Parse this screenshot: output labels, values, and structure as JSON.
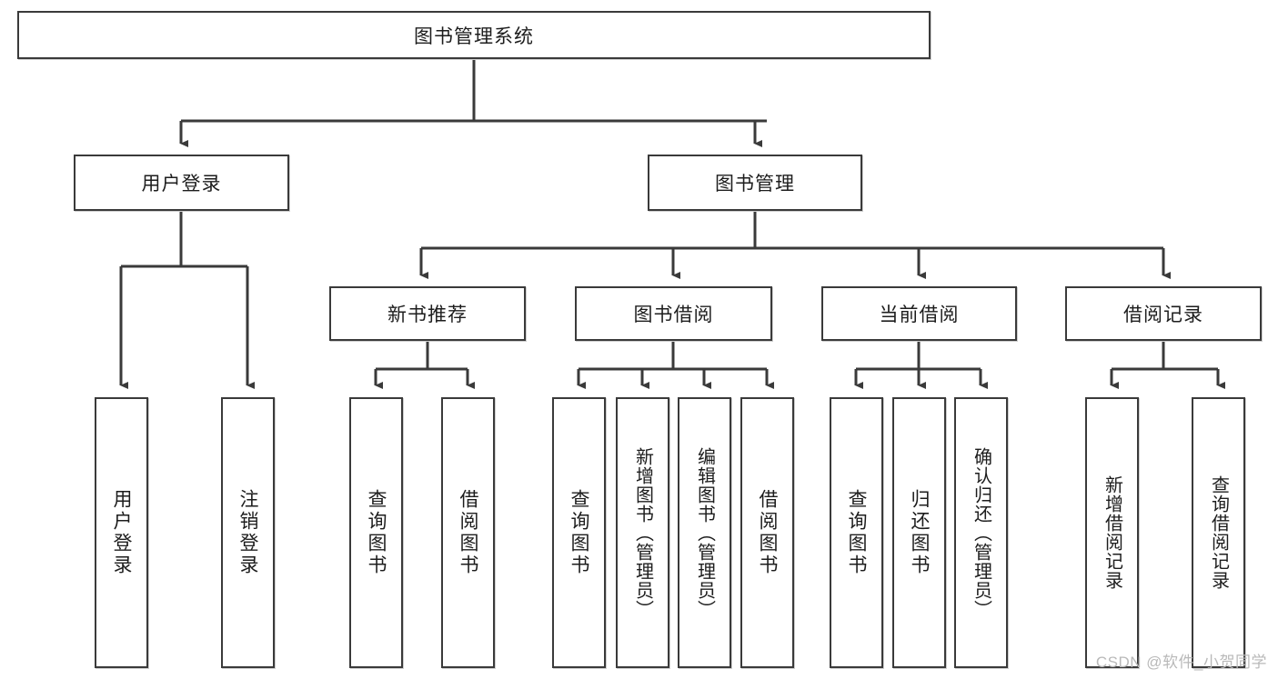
{
  "diagram": {
    "type": "hierarchy-tree",
    "title": "图书管理系统",
    "root": {
      "id": "root",
      "label": "图书管理系统",
      "orientation": "horizontal"
    },
    "level2": [
      {
        "id": "user-login",
        "label": "用户登录",
        "orientation": "horizontal"
      },
      {
        "id": "book-manage",
        "label": "图书管理",
        "orientation": "horizontal"
      }
    ],
    "level3": [
      {
        "id": "new-book-recommend",
        "label": "新书推荐",
        "parent": "book-manage",
        "orientation": "horizontal"
      },
      {
        "id": "book-borrow",
        "label": "图书借阅",
        "parent": "book-manage",
        "orientation": "horizontal"
      },
      {
        "id": "current-borrow",
        "label": "当前借阅",
        "parent": "book-manage",
        "orientation": "horizontal"
      },
      {
        "id": "borrow-record",
        "label": "借阅记录",
        "parent": "book-manage",
        "orientation": "horizontal"
      }
    ],
    "leaves": [
      {
        "id": "leaf-user-login",
        "label": "用户登录",
        "parent": "user-login",
        "orientation": "vertical"
      },
      {
        "id": "leaf-user-logout",
        "label": "注销登录",
        "parent": "user-login",
        "orientation": "vertical"
      },
      {
        "id": "leaf-query-book-1",
        "label": "查询图书",
        "parent": "new-book-recommend",
        "orientation": "vertical"
      },
      {
        "id": "leaf-borrow-book-1",
        "label": "借阅图书",
        "parent": "new-book-recommend",
        "orientation": "vertical"
      },
      {
        "id": "leaf-query-book-2",
        "label": "查询图书",
        "parent": "book-borrow",
        "orientation": "vertical"
      },
      {
        "id": "leaf-add-book",
        "label": "新增图书（管理员）",
        "parent": "book-borrow",
        "orientation": "vertical"
      },
      {
        "id": "leaf-edit-book",
        "label": "编辑图书（管理员）",
        "parent": "book-borrow",
        "orientation": "vertical"
      },
      {
        "id": "leaf-borrow-book-2",
        "label": "借阅图书",
        "parent": "book-borrow",
        "orientation": "vertical"
      },
      {
        "id": "leaf-query-book-3",
        "label": "查询图书",
        "parent": "current-borrow",
        "orientation": "vertical"
      },
      {
        "id": "leaf-return-book",
        "label": "归还图书",
        "parent": "current-borrow",
        "orientation": "vertical"
      },
      {
        "id": "leaf-confirm-return",
        "label": "确认归还（管理员）",
        "parent": "current-borrow",
        "orientation": "vertical"
      },
      {
        "id": "leaf-add-record",
        "label": "新增借阅记录",
        "parent": "borrow-record",
        "orientation": "vertical"
      },
      {
        "id": "leaf-query-record",
        "label": "查询借阅记录",
        "parent": "borrow-record",
        "orientation": "vertical"
      }
    ],
    "colors": {
      "stroke": "#3a3a3a",
      "fill": "#ffffff",
      "text": "#1d1d1d",
      "watermark": "#b9b9b9"
    }
  },
  "watermark": {
    "text": "CSDN @软件_小贺同学"
  }
}
